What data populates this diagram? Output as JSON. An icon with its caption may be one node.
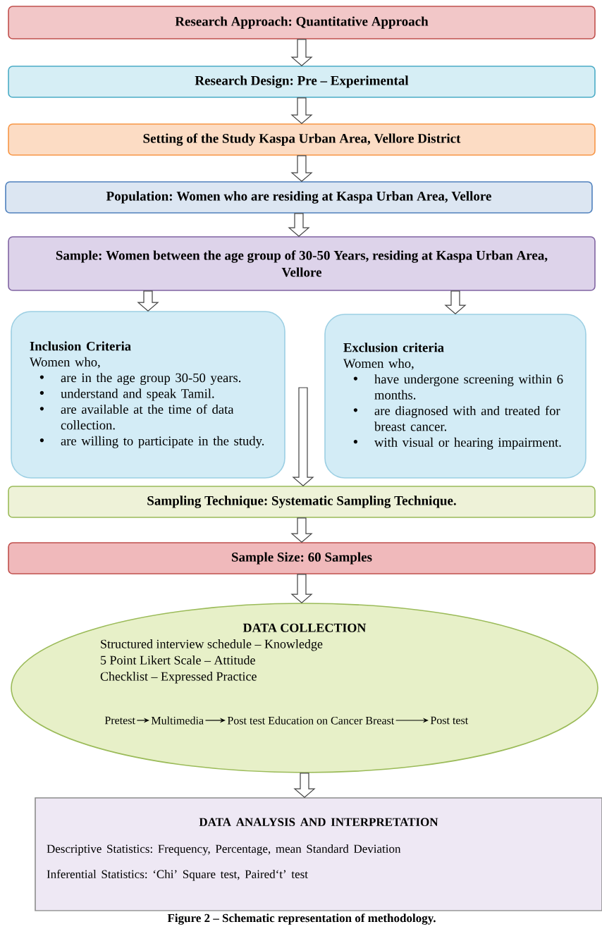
{
  "diagram": {
    "caption": "Figure 2 – Schematic representation of methodology.",
    "nodes": [
      {
        "text": [
          "Research Approach: Quantitative Approach"
        ]
      },
      {
        "text": [
          "Research Design: Pre – Experimental"
        ]
      },
      {
        "text": [
          "Setting of the Study Kaspa Urban Area, Vellore District"
        ]
      },
      {
        "text": [
          "Population: Women who are residing at Kaspa Urban Area, Vellore"
        ]
      },
      {
        "text": [
          "Sample: Women between the age group of 30-50 Years, residing at Kaspa Urban Area, Vellore"
        ]
      },
      {
        "text": [
          "Inclusion Criteria",
          "Women who,",
          "are in the age group 30-50 years.",
          "understand and speak Tamil.",
          "are available at the time of data collection.",
          "are willing to participate in the study."
        ]
      },
      {
        "text": [
          "Exclusion criteria",
          "Women who,",
          "have undergone screening within 6 months.",
          "are diagnosed with and treated for breast cancer.",
          "with visual or hearing impairment."
        ]
      },
      {
        "text": [
          "Sampling Technique: Systematic Sampling Technique."
        ]
      },
      {
        "text": [
          "Sample Size: 60 Samples"
        ]
      },
      {
        "text": [
          "DATA COLLECTION",
          "Structured interview schedule – Knowledge",
          "5 Point Likert Scale – Attitude",
          "Checklist – Expressed Practice"
        ]
      },
      {
        "text": [
          "DATA ANALYSIS AND INTERPRETATION",
          "Descriptive Statistics: Frequency, Percentage, mean Standard Deviation",
          "Inferential Statistics: ‘Chi’ Square test, Paired‘t’ test"
        ]
      },
      {
        "text": [
          "Pretest"
        ],
        "in": 9
      },
      {
        "text": [
          "Multimedia"
        ],
        "in": 9
      },
      {
        "text": [
          "Post test Education on Cancer Breast"
        ],
        "in": 9
      },
      {
        "text": [
          "Post test"
        ],
        "in": 9
      }
    ],
    "edges": [
      {
        "from": 0,
        "to": 1,
        "arrow": "to"
      },
      {
        "from": 1,
        "to": 2,
        "arrow": "to"
      },
      {
        "from": 2,
        "to": 3,
        "arrow": "to"
      },
      {
        "from": 3,
        "to": 4,
        "arrow": "to"
      },
      {
        "from": 4,
        "to": 5,
        "arrow": "to"
      },
      {
        "from": 4,
        "to": 6,
        "arrow": "to"
      },
      {
        "from": null,
        "to": 7,
        "arrow": "to"
      },
      {
        "from": 7,
        "to": 8,
        "arrow": "to"
      },
      {
        "from": 8,
        "to": 9,
        "arrow": "to"
      },
      {
        "from": 9,
        "to": 10,
        "arrow": "to"
      },
      {
        "from": 11,
        "to": 12,
        "arrow": "to"
      },
      {
        "from": 12,
        "to": 13,
        "arrow": "to"
      },
      {
        "from": 13,
        "to": 14,
        "arrow": "to"
      }
    ]
  }
}
